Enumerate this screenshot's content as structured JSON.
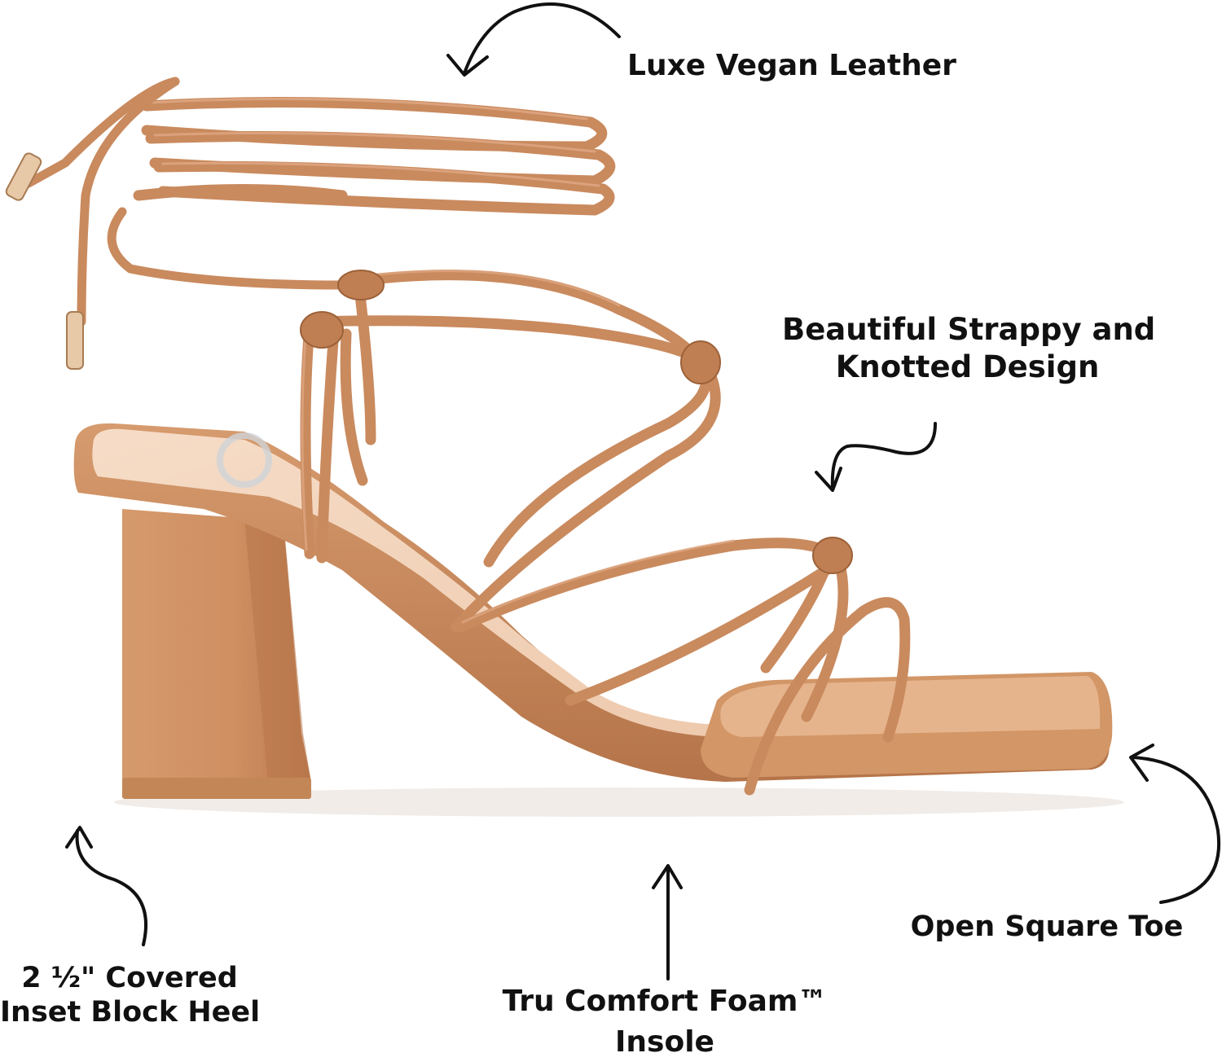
{
  "colors": {
    "background": "#ffffff",
    "leather": "#c98a5e",
    "leather_dark": "#a8693f",
    "leather_light": "#dca37a",
    "insole": "#f2d3bb",
    "tip_metal": "#e7c9a8",
    "text": "#111111"
  },
  "callouts": {
    "leather": {
      "text": "Luxe Vegan Leather"
    },
    "strappy": {
      "line1": "Beautiful Strappy and",
      "line2": "Knotted Design"
    },
    "toe": {
      "text": "Open Square Toe"
    },
    "foam": {
      "line1": "Tru Comfort Foam™",
      "line2": "Insole"
    },
    "heel": {
      "line1": "2 ½\" Covered",
      "line2": "Inset Block Heel"
    }
  }
}
